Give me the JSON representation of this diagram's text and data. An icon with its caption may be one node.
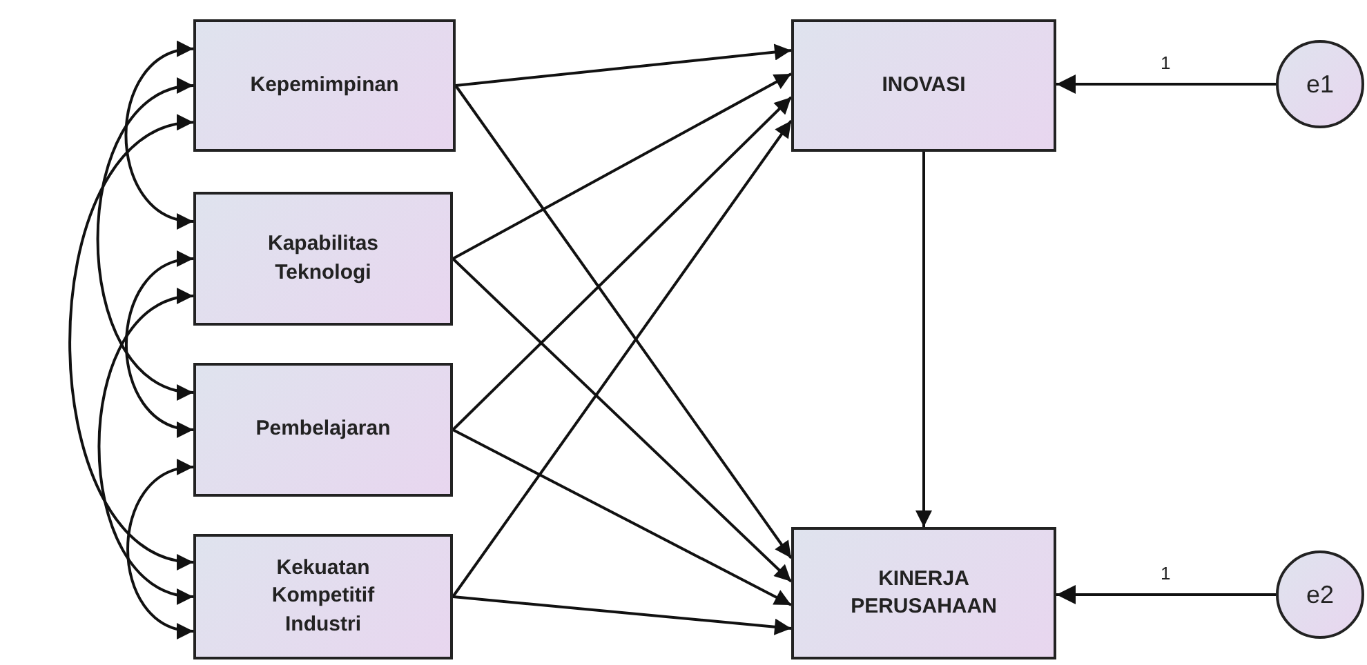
{
  "diagram": {
    "nodes": [
      {
        "text": [
          "Kepemimpinan"
        ]
      },
      {
        "text": [
          "Kapabilitas Teknologi"
        ]
      },
      {
        "text": [
          "Pembelajaran"
        ]
      },
      {
        "text": [
          "Kekuatan Kompetitif Industri"
        ]
      },
      {
        "text": [
          "INOVASI"
        ]
      },
      {
        "text": [
          "KINERJA PERUSAHAAN"
        ]
      },
      {
        "text": [
          "e1"
        ]
      },
      {
        "text": [
          "e2"
        ]
      }
    ],
    "edges": [
      {
        "from": 0,
        "to": 4,
        "arrow": "to"
      },
      {
        "from": 0,
        "to": 5,
        "arrow": "to"
      },
      {
        "from": 1,
        "to": 4,
        "arrow": "to"
      },
      {
        "from": 1,
        "to": 5,
        "arrow": "to"
      },
      {
        "from": 2,
        "to": 4,
        "arrow": "to"
      },
      {
        "from": 2,
        "to": 5,
        "arrow": "to"
      },
      {
        "from": 3,
        "to": 4,
        "arrow": "to"
      },
      {
        "from": 3,
        "to": 5,
        "arrow": "to"
      },
      {
        "from": 4,
        "to": 5,
        "arrow": "to"
      },
      {
        "from": 6,
        "to": 4,
        "arrow": "to",
        "label": "1"
      },
      {
        "from": 7,
        "to": 5,
        "arrow": "to",
        "label": "1"
      },
      {
        "from": 0,
        "to": 1,
        "arrow": "both"
      },
      {
        "from": 0,
        "to": 2,
        "arrow": "both"
      },
      {
        "from": 0,
        "to": 3,
        "arrow": "both"
      },
      {
        "from": 1,
        "to": 2,
        "arrow": "both"
      },
      {
        "from": 1,
        "to": 3,
        "arrow": "both"
      },
      {
        "from": 2,
        "to": 3,
        "arrow": "both"
      }
    ]
  }
}
